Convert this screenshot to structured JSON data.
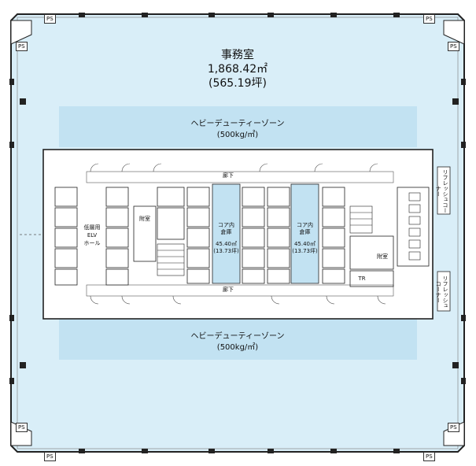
{
  "office": {
    "name": "事務室",
    "area_m2": "1,868.42㎡",
    "area_tsubo": "(565.19坪)"
  },
  "heavy_zone_top": {
    "name": "ヘビーデューティーゾーン",
    "load": "(500kg/㎡)"
  },
  "heavy_zone_bottom": {
    "name": "ヘビーデューティーゾーン",
    "load": "(500kg/㎡)"
  },
  "corridor_top": "廊下",
  "corridor_bottom": "廊下",
  "elv_hall": [
    "低層用",
    "ELV",
    "ホール"
  ],
  "annex_left": "附室",
  "annex_right": "附室",
  "storage_left": {
    "name": [
      "コア内",
      "倉庫"
    ],
    "area": "45.40㎡",
    "tsubo": "(13.73坪)"
  },
  "storage_right": {
    "name": [
      "コア内",
      "倉庫"
    ],
    "area": "45.40㎡",
    "tsubo": "(13.73坪)"
  },
  "tr": "TR",
  "refresh_top": "リフレッシュコーナー",
  "refresh_bottom": "リフレッシュコーナー",
  "ps_label": "PS",
  "colors": {
    "office_fill": "#d9eef8",
    "zone_fill": "#c2e2f2",
    "wall": "#222"
  }
}
